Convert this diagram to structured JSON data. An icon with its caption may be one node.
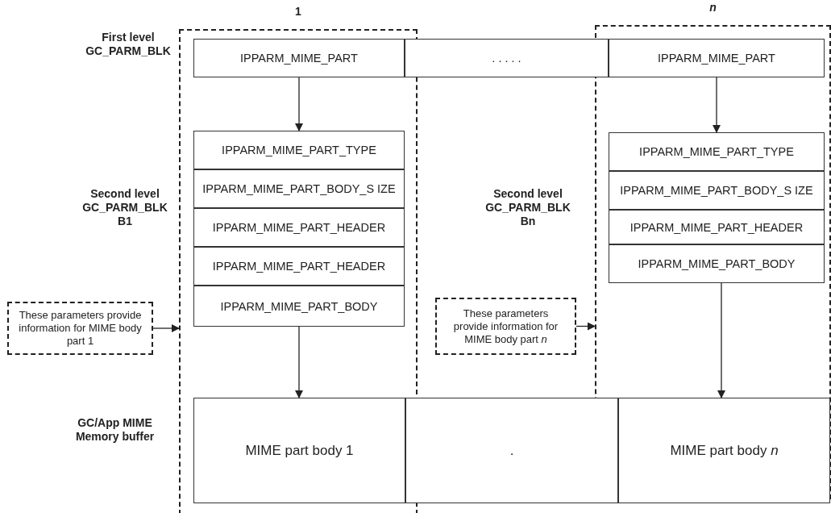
{
  "diagram": {
    "nodes": [
      {
        "text": [
          "1"
        ]
      },
      {
        "text": [
          "n"
        ]
      },
      {
        "text": [
          "IPPARM_MIME_PART"
        ],
        "in": 0
      },
      {
        "text": [
          ". . . . ."
        ]
      },
      {
        "text": [
          "IPPARM_MIME_PART"
        ],
        "in": 1
      },
      {
        "text": [
          "IPPARM_MIME_PART_TYPE"
        ],
        "in": 0
      },
      {
        "text": [
          "IPPARM_MIME_PART_BODY_S IZE"
        ],
        "in": 0
      },
      {
        "text": [
          "IPPARM_MIME_PART_HEADER"
        ],
        "in": 0
      },
      {
        "text": [
          "IPPARM_MIME_PART_HEADER"
        ],
        "in": 0
      },
      {
        "text": [
          "IPPARM_MIME_PART_BODY"
        ],
        "in": 0
      },
      {
        "text": [
          "IPPARM_MIME_PART_TYPE"
        ],
        "in": 1
      },
      {
        "text": [
          "IPPARM_MIME_PART_BODY_S IZE"
        ],
        "in": 1
      },
      {
        "text": [
          "IPPARM_MIME_PART_HEADER"
        ],
        "in": 1
      },
      {
        "text": [
          "IPPARM_MIME_PART_BODY"
        ],
        "in": 1
      },
      {
        "text": [
          "MIME part body 1"
        ],
        "in": 0
      },
      {
        "text": [
          "."
        ]
      },
      {
        "text": [
          "MIME part body *n*"
        ],
        "in": 1
      },
      {
        "text": [
          "These parameters provide information for MIME body part 1"
        ]
      },
      {
        "text": [
          "These parameters provide information for MIME body part *n*"
        ]
      }
    ],
    "edges": [
      {
        "from": 2,
        "to": 5,
        "arrow": "to"
      },
      {
        "from": 9,
        "to": 14,
        "arrow": "to"
      },
      {
        "from": 4,
        "to": 10,
        "arrow": "to"
      },
      {
        "from": 13,
        "to": 16,
        "arrow": "to"
      },
      {
        "from": 17,
        "to": 0,
        "arrow": "to"
      },
      {
        "from": 18,
        "to": 1,
        "arrow": "to"
      }
    ],
    "labels": [
      "First level GC_PARM_BLK",
      "Second level GC_PARM_BLK B1",
      "Second level GC_PARM_BLK Bn",
      "GC/App MIME Memory buffer"
    ]
  }
}
